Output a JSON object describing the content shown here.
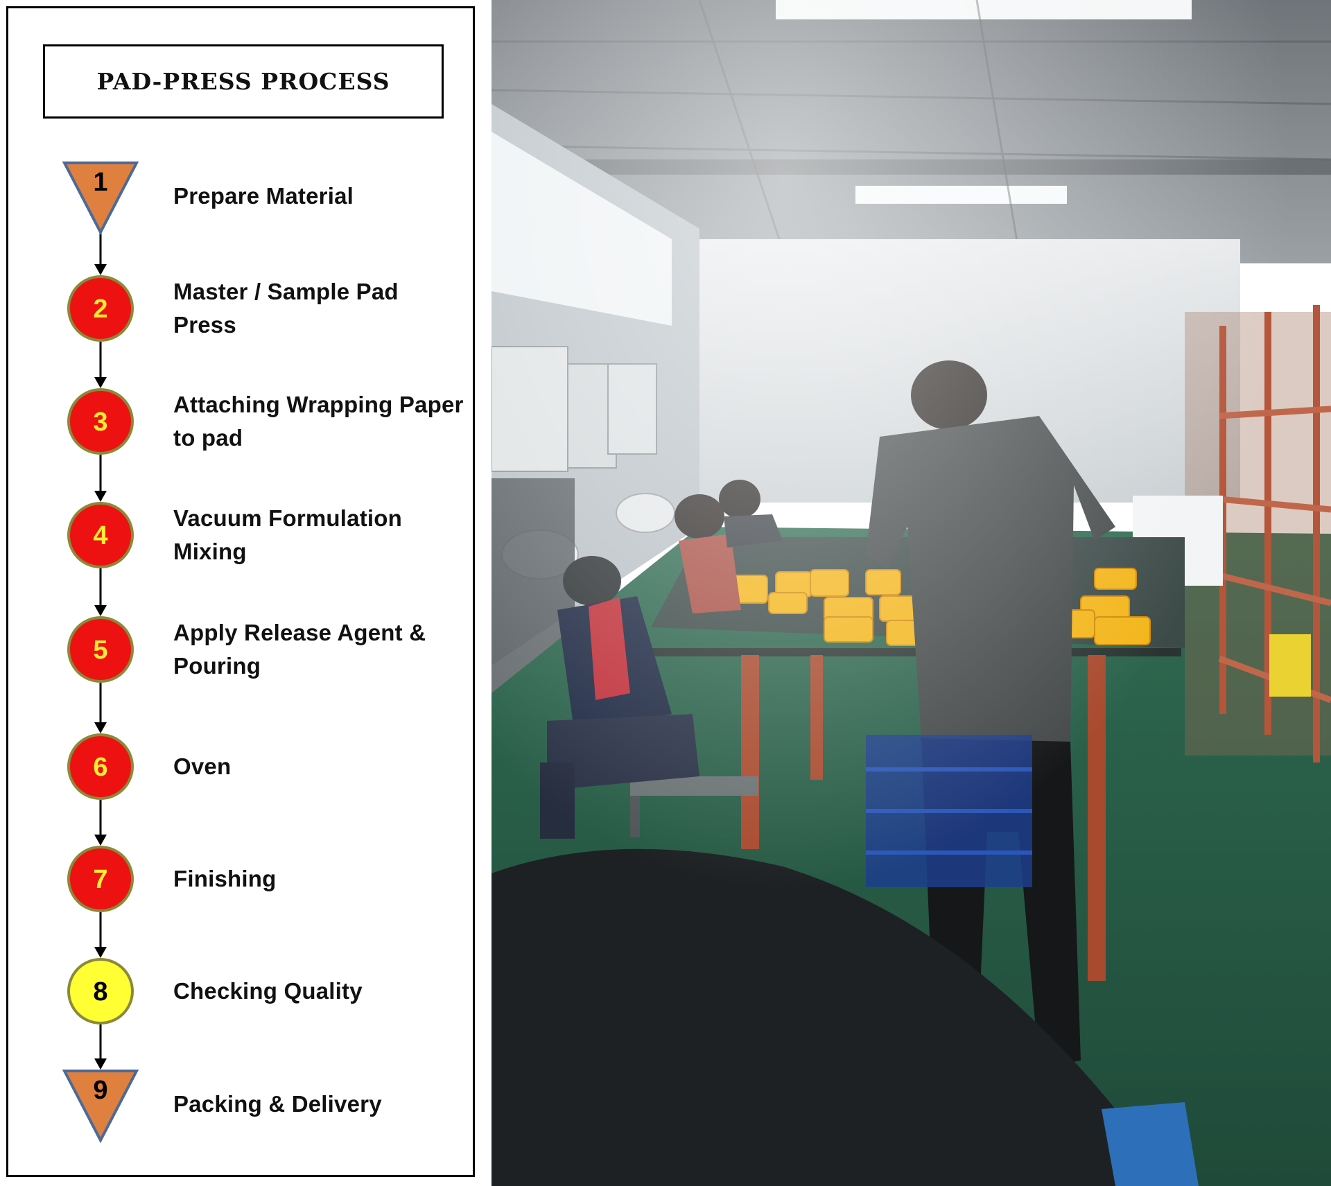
{
  "title": "PAD-PRESS PROCESS",
  "steps": [
    {
      "number": "1",
      "label": "Prepare Material",
      "shape": "triangle",
      "fill": "#E0803F"
    },
    {
      "number": "2",
      "label": "Master / Sample Pad Press",
      "shape": "circle",
      "fill": "#EE1111"
    },
    {
      "number": "3",
      "label": "Attaching Wrapping Paper to pad",
      "shape": "circle",
      "fill": "#EE1111"
    },
    {
      "number": "4",
      "label": "Vacuum Formulation Mixing",
      "shape": "circle",
      "fill": "#EE1111"
    },
    {
      "number": "5",
      "label": "Apply Release Agent & Pouring",
      "shape": "circle",
      "fill": "#EE1111"
    },
    {
      "number": "6",
      "label": "Oven",
      "shape": "circle",
      "fill": "#EE1111"
    },
    {
      "number": "7",
      "label": "Finishing",
      "shape": "circle",
      "fill": "#EE1111"
    },
    {
      "number": "8",
      "label": "Checking Quality",
      "shape": "circle",
      "fill": "#FFFF33"
    },
    {
      "number": "9",
      "label": "Packing & Delivery",
      "shape": "triangle",
      "fill": "#E0803F"
    }
  ],
  "colors": {
    "circle_outline": "#8A8A3A",
    "triangle_outline": "#4A6A9A",
    "red_number": "#FFEE33",
    "yellow_number": "#000000",
    "orange_number": "#000000",
    "arrow": "#000000"
  }
}
